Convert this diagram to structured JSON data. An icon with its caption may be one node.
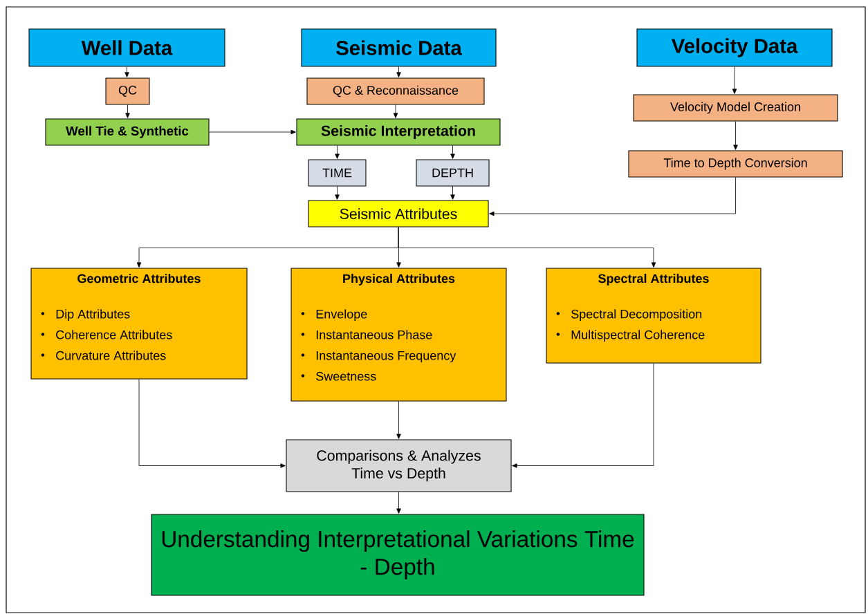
{
  "diagram": {
    "nodes": [
      {
        "text": [
          "Well Data"
        ]
      },
      {
        "text": [
          "QC"
        ]
      },
      {
        "text": [
          "Well Tie & Synthetic"
        ]
      },
      {
        "text": [
          "Seismic Data"
        ]
      },
      {
        "text": [
          "QC & Reconnaissance"
        ]
      },
      {
        "text": [
          "Seismic Interpretation"
        ]
      },
      {
        "text": [
          "TIME"
        ]
      },
      {
        "text": [
          "DEPTH"
        ]
      },
      {
        "text": [
          "Velocity Data"
        ]
      },
      {
        "text": [
          "Velocity Model Creation"
        ]
      },
      {
        "text": [
          "Time to Depth Conversion"
        ]
      },
      {
        "text": [
          "Seismic Attributes"
        ]
      },
      {
        "text": [
          "Geometric Attributes",
          "Dip Attributes",
          "Coherence Attributes",
          "Curvature Attributes"
        ]
      },
      {
        "text": [
          "Physical Attributes",
          "Envelope",
          "Instantaneous Phase",
          "Instantaneous Frequency",
          "Sweetness"
        ]
      },
      {
        "text": [
          "Spectral Attributes",
          "Spectral Decomposition",
          "Multispectral Coherence"
        ]
      },
      {
        "text": [
          "Comparisons & Analyzes Time vs Depth"
        ]
      },
      {
        "text": [
          "Understanding Interpretational Variations Time - Depth"
        ]
      }
    ],
    "edges": [
      {
        "from": 0,
        "to": 1,
        "arrow": "to"
      },
      {
        "from": 1,
        "to": 2,
        "arrow": "to"
      },
      {
        "from": 2,
        "to": 5,
        "arrow": "to"
      },
      {
        "from": 3,
        "to": 4,
        "arrow": "to"
      },
      {
        "from": 4,
        "to": 5,
        "arrow": "to"
      },
      {
        "from": 5,
        "to": 6,
        "arrow": "to"
      },
      {
        "from": 5,
        "to": 7,
        "arrow": "to"
      },
      {
        "from": 6,
        "to": 11,
        "arrow": "to"
      },
      {
        "from": 7,
        "to": 11,
        "arrow": "to"
      },
      {
        "from": 8,
        "to": 9,
        "arrow": "to"
      },
      {
        "from": 9,
        "to": 10,
        "arrow": "to"
      },
      {
        "from": 10,
        "to": 11,
        "arrow": "to"
      },
      {
        "from": 11,
        "to": 12,
        "arrow": "to"
      },
      {
        "from": 11,
        "to": 13,
        "arrow": "to"
      },
      {
        "from": 11,
        "to": 14,
        "arrow": "to"
      },
      {
        "from": 12,
        "to": 15,
        "arrow": "to"
      },
      {
        "from": 13,
        "to": 15,
        "arrow": "to"
      },
      {
        "from": 14,
        "to": 15,
        "arrow": "to"
      },
      {
        "from": 15,
        "to": 16,
        "arrow": "to"
      }
    ]
  }
}
